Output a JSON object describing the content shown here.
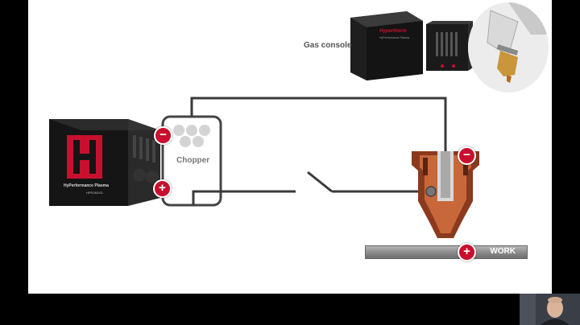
{
  "labels": {
    "gas_console": "Gas console",
    "chopper": "Chopper",
    "work": "WORK"
  },
  "badges": {
    "chopper_negative": "−",
    "chopper_positive": "+",
    "torch_negative": "−",
    "work_positive": "+"
  },
  "power_supply": {
    "brand_line": "HyPerformance Plasma",
    "model": "HPR260XD"
  },
  "gas_console": {
    "brand": "Hypertherm",
    "sub": "HyPerformance Plasma"
  },
  "colors": {
    "accent": "#c8102e",
    "wire": "#3a3a3a",
    "chopper_outline": "#444444",
    "copper": "#a0522d"
  },
  "icons": [
    "plasma-power-supply",
    "gas-console",
    "torch-consumable-photo",
    "torch-cross-section",
    "switch",
    "webcam-presenter"
  ]
}
